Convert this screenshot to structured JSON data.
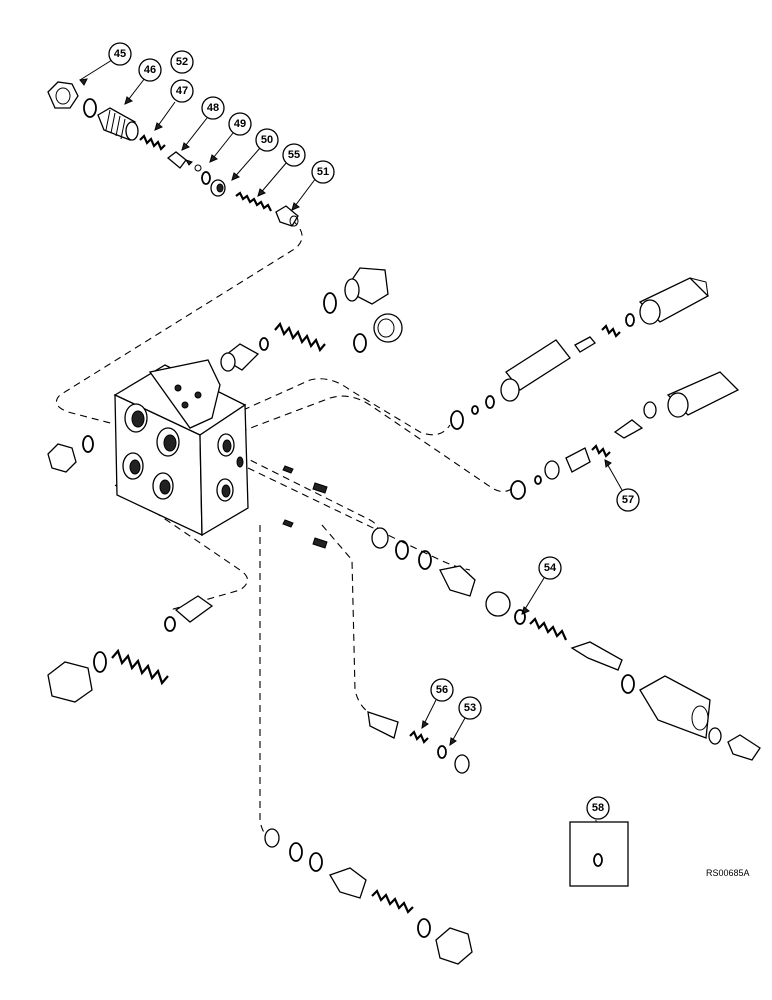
{
  "drawing_code": "RS00685A",
  "callouts": [
    {
      "id": "c45",
      "label": "45"
    },
    {
      "id": "c46",
      "label": "46"
    },
    {
      "id": "c52",
      "label": "52"
    },
    {
      "id": "c47",
      "label": "47"
    },
    {
      "id": "c48",
      "label": "48"
    },
    {
      "id": "c49",
      "label": "49"
    },
    {
      "id": "c50",
      "label": "50"
    },
    {
      "id": "c55",
      "label": "55"
    },
    {
      "id": "c51",
      "label": "51"
    },
    {
      "id": "c57",
      "label": "57"
    },
    {
      "id": "c54",
      "label": "54"
    },
    {
      "id": "c56",
      "label": "56"
    },
    {
      "id": "c53",
      "label": "53"
    },
    {
      "id": "c58",
      "label": "58"
    }
  ]
}
